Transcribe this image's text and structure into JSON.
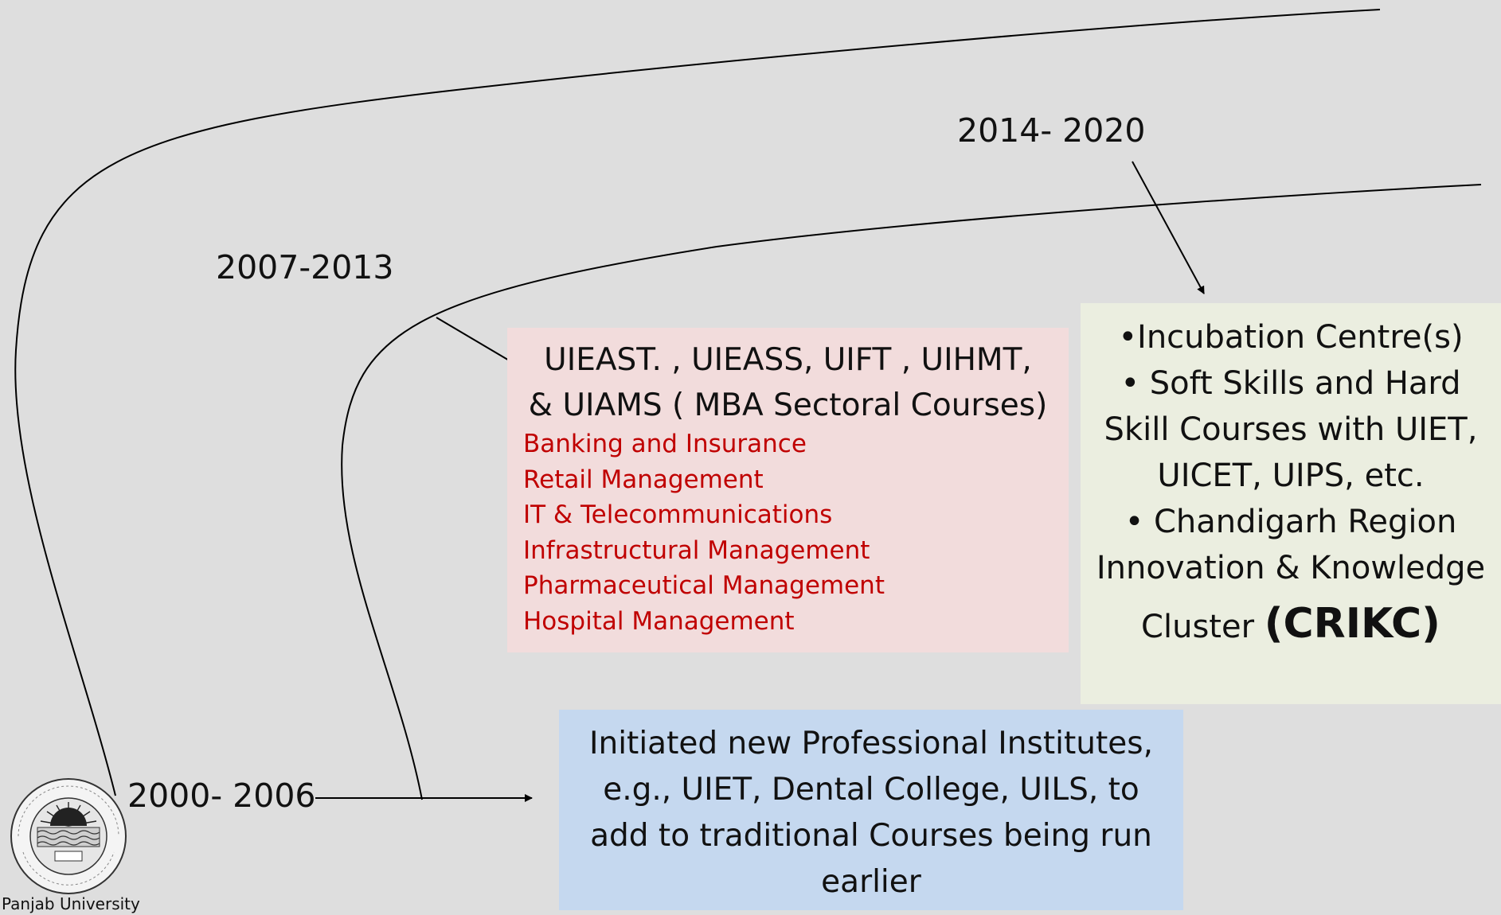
{
  "years": {
    "y2000": "2000- 2006",
    "y2007": "2007-2013",
    "y2014": "2014- 2020"
  },
  "sectoral_box": {
    "heading_line1": "UIEAST. , UIEASS,  UIFT , UIHMT,",
    "heading_line2": "& UIAMS ( MBA Sectoral Courses)",
    "courses": [
      "Banking and Insurance",
      "Retail Management",
      "IT & Telecommunications",
      "Infrastructural Management",
      "Pharmaceutical Management",
      "Hospital Management"
    ]
  },
  "crikc_box": {
    "lines": [
      "•Incubation Centre(s)",
      "• Soft Skills and Hard",
      "Skill Courses with UIET,",
      "UICET, UIPS, etc.",
      "• Chandigarh Region",
      "Innovation & Knowledge"
    ],
    "last_prefix": "Cluster ",
    "last_bold": "(CRIKC)"
  },
  "initiated_box": {
    "lines": [
      "Initiated  new Professional Institutes,",
      "e.g.,  UIET, Dental College, UILS, to",
      "add to traditional Courses being run",
      "earlier"
    ]
  },
  "logo": {
    "name": "Panjab University",
    "icon": "panjab-university-seal"
  },
  "colors": {
    "background": "#dedede",
    "sectoral_box": "#f2dcdc",
    "course_text": "#c00000",
    "crikc_box": "#ebeee0",
    "initiated_box": "#c5d8ef"
  }
}
